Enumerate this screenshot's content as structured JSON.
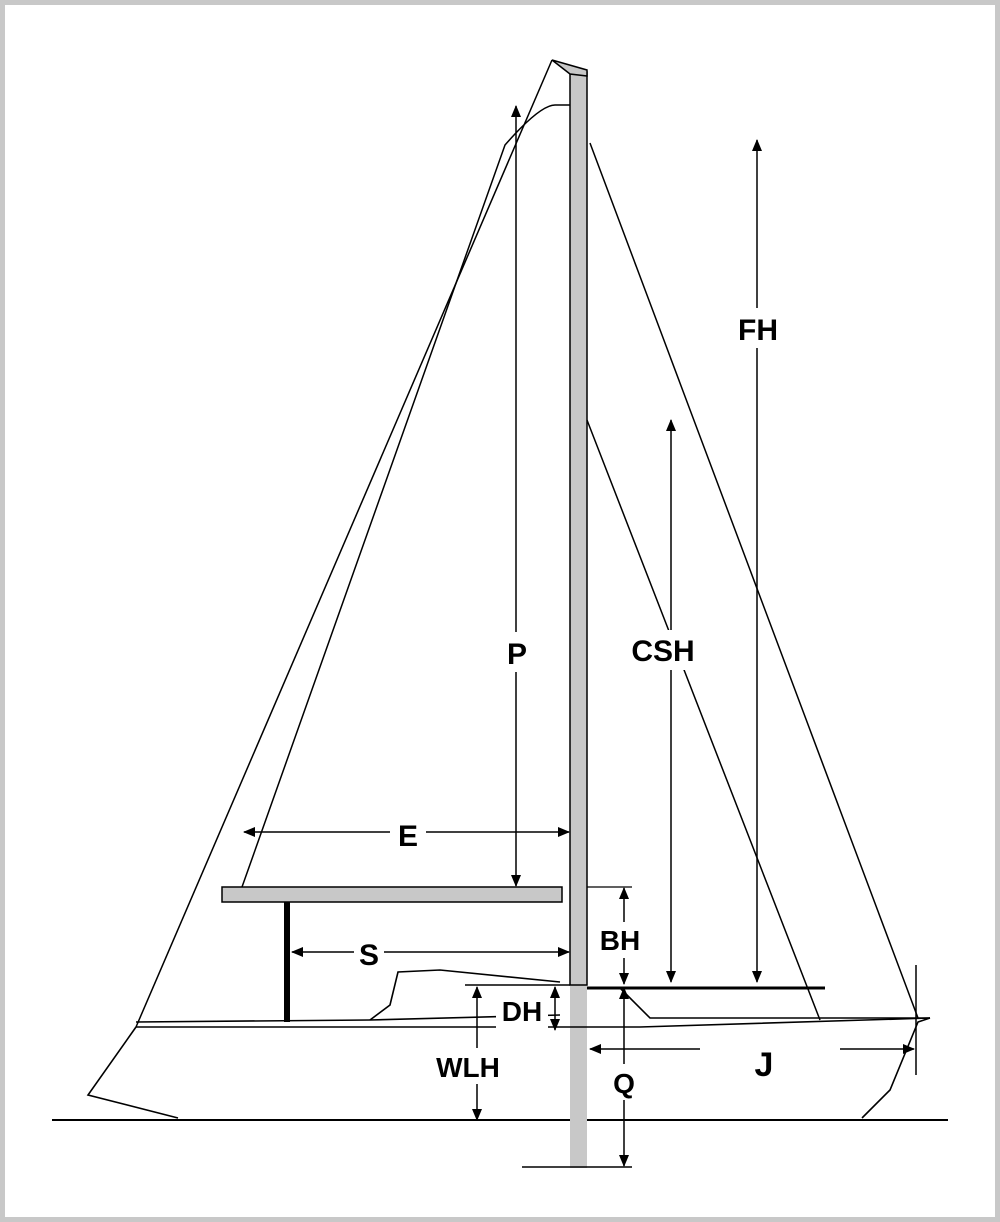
{
  "labels": {
    "P": "P",
    "E": "E",
    "FH": "FH",
    "CSH": "CSH",
    "BH": "BH",
    "S": "S",
    "DH": "DH",
    "WLH": "WLH",
    "Q": "Q",
    "J": "J"
  },
  "colors": {
    "line": "#000000",
    "spar": "#c8c8c8",
    "border": "#c8c8c8",
    "background": "#ffffff"
  }
}
